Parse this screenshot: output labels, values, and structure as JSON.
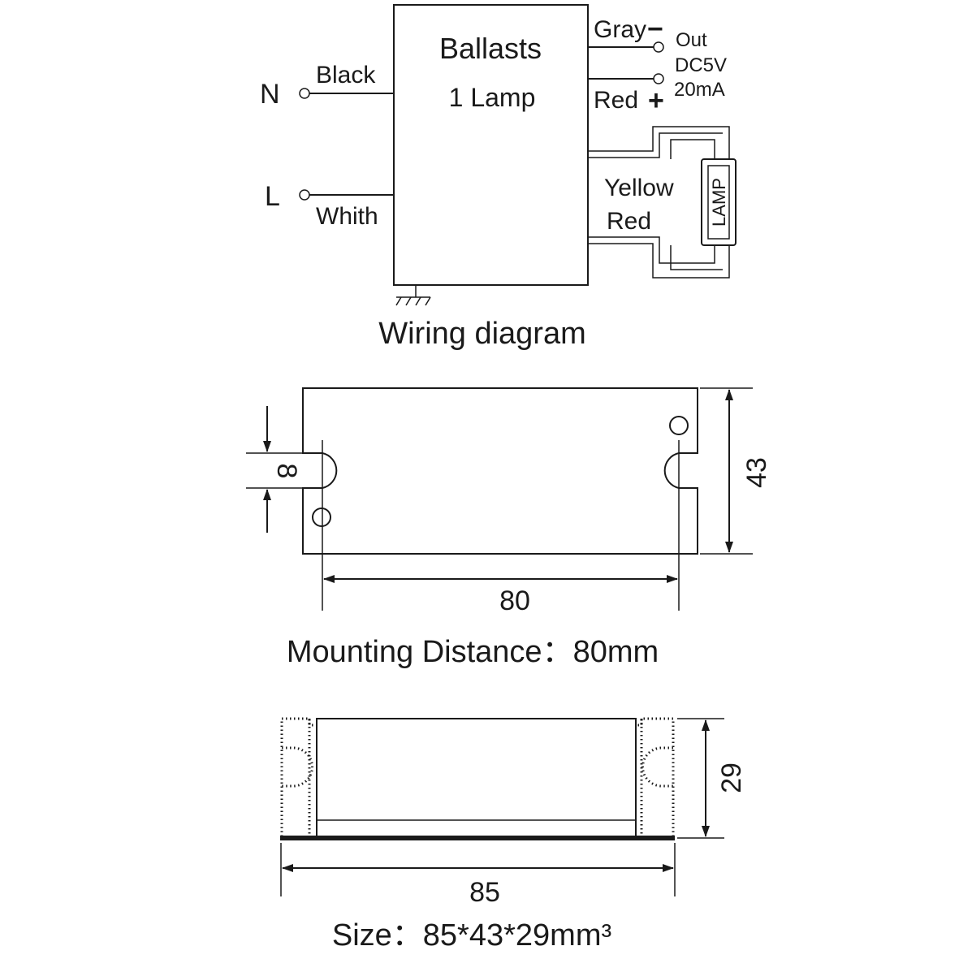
{
  "wiring": {
    "box_title": "Ballasts",
    "box_subtitle": "1 Lamp",
    "n_terminal": "N",
    "l_terminal": "L",
    "black_wire": "Black",
    "white_wire": "Whith",
    "gray_wire": "Gray",
    "minus_sign": "−",
    "red_out_wire": "Red",
    "plus_sign": "+",
    "out_label": "Out",
    "out_voltage": "DC5V",
    "out_current": "20mA",
    "yellow_wire": "Yellow",
    "red_lamp_wire": "Red",
    "lamp_label": "LAMP",
    "caption": "Wiring diagram"
  },
  "mounting": {
    "slot_dim": "8",
    "height_dim": "43",
    "distance_dim": "80",
    "caption": "Mounting  Distance：80mm"
  },
  "side": {
    "height_dim": "29",
    "length_dim": "85",
    "caption": "Size：85*43*29mm³"
  }
}
